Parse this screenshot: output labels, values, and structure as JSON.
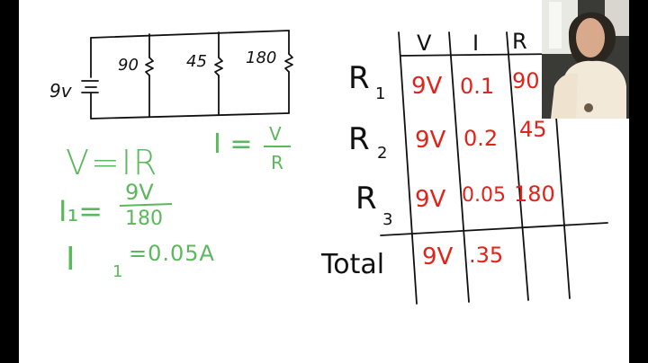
{
  "circuit": {
    "source_label": "9v",
    "resistors": [
      "90",
      "45",
      "180"
    ]
  },
  "notes": {
    "ohms_law": "V=IR",
    "current_formula_lhs": "I =",
    "current_formula_num": "V",
    "current_formula_den": "R",
    "i1_lhs": "I₁=",
    "i1_num": "9V",
    "i1_den": "180",
    "i1_result_lhs": "I",
    "i1_result_sub": "1",
    "i1_result_rhs": "=0.05A"
  },
  "table": {
    "columns": [
      "V",
      "I",
      "R"
    ],
    "rows": [
      {
        "label": "R",
        "sub": "1",
        "values": [
          "9V",
          "0.1",
          "90"
        ]
      },
      {
        "label": "R",
        "sub": "2",
        "values": [
          "9V",
          "0.2",
          "45"
        ]
      },
      {
        "label": "R",
        "sub": "3",
        "values": [
          "9V",
          "0.05",
          "180"
        ]
      },
      {
        "label": "Total",
        "sub": "",
        "values": [
          "9V",
          ".35",
          ""
        ]
      }
    ]
  },
  "colors": {
    "ink": "#111111",
    "green": "#5cb85c",
    "red": "#e0241b"
  }
}
